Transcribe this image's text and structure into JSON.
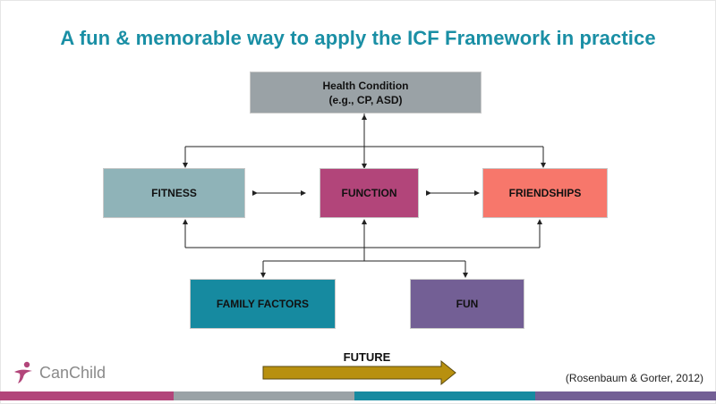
{
  "title": "A fun & memorable way to apply the ICF Framework in practice",
  "boxes": {
    "health_condition": {
      "line1": "Health Condition",
      "line2": "(e.g., CP, ASD)"
    },
    "fitness": "FITNESS",
    "function": "FUNCTION",
    "friendships": "FRIENDSHIPS",
    "family_factors": "FAMILY FACTORS",
    "fun": "FUN"
  },
  "future_label": "FUTURE",
  "citation": "(Rosenbaum & Gorter, 2012)",
  "logo_text": "CanChild",
  "colors": {
    "title": "#1a8fa5",
    "health_condition": "#9aa2a6",
    "fitness": "#8fb3b8",
    "function": "#b2457a",
    "friendships": "#f7776b",
    "family_factors": "#168aa0",
    "fun": "#735f95",
    "future_arrow": "#b8900f",
    "bar_segments": [
      "#b2457a",
      "#9aa2a6",
      "#168aa0",
      "#735f95"
    ]
  }
}
